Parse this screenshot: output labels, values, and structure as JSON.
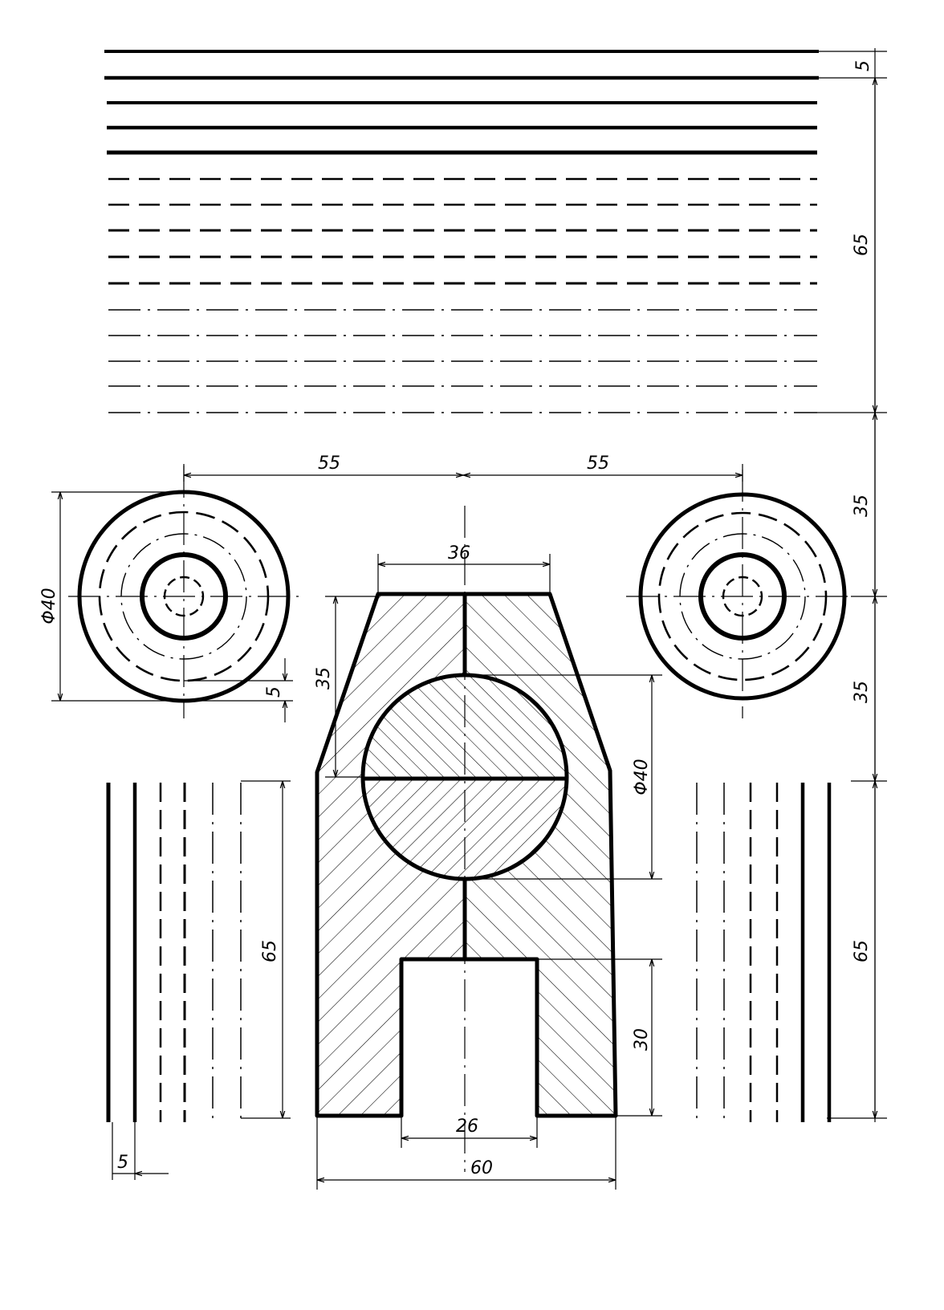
{
  "drawing": {
    "dimensions": {
      "top_spacing": "5",
      "top_block_height": "65",
      "circle_offset_left": "55",
      "circle_offset_right": "55",
      "right_upper_35": "35",
      "right_lower_35": "35",
      "right_lower_65": "65",
      "left_circle_diameter": "Φ40",
      "left_circle_5": "5",
      "part_top_width": "36",
      "part_taper_height": "35",
      "part_hole_diameter": "Φ40",
      "part_slot_depth": "30",
      "part_slot_width": "26",
      "part_total_width": "60",
      "part_body_height": "65",
      "left_lines_spacing": "5"
    },
    "colors": {
      "ink": "#000000",
      "paper": "#ffffff"
    }
  }
}
